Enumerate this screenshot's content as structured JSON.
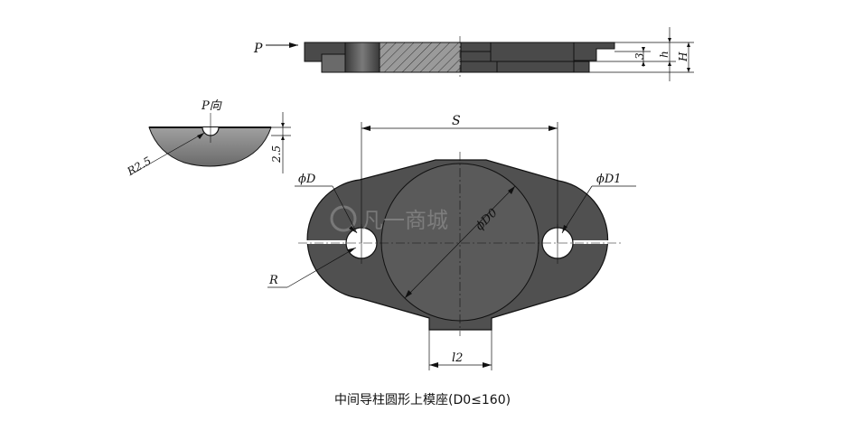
{
  "labels": {
    "P": "P",
    "h": "h",
    "H": "H",
    "three": "3",
    "P_view": "P向",
    "R25": "R2.5",
    "dim25": "2.5",
    "S": "S",
    "phiD": "ϕD",
    "phiD1": "ϕD1",
    "phiD0": "ϕD0",
    "R": "R",
    "l2": "l2"
  },
  "caption": "中间导柱圆形上模座(D0≤160)",
  "watermark": "凡一商城",
  "colors": {
    "part_fill": "#505050",
    "part_fill_light": "#8a8a8a",
    "line": "#111111",
    "bg": "#ffffff"
  }
}
